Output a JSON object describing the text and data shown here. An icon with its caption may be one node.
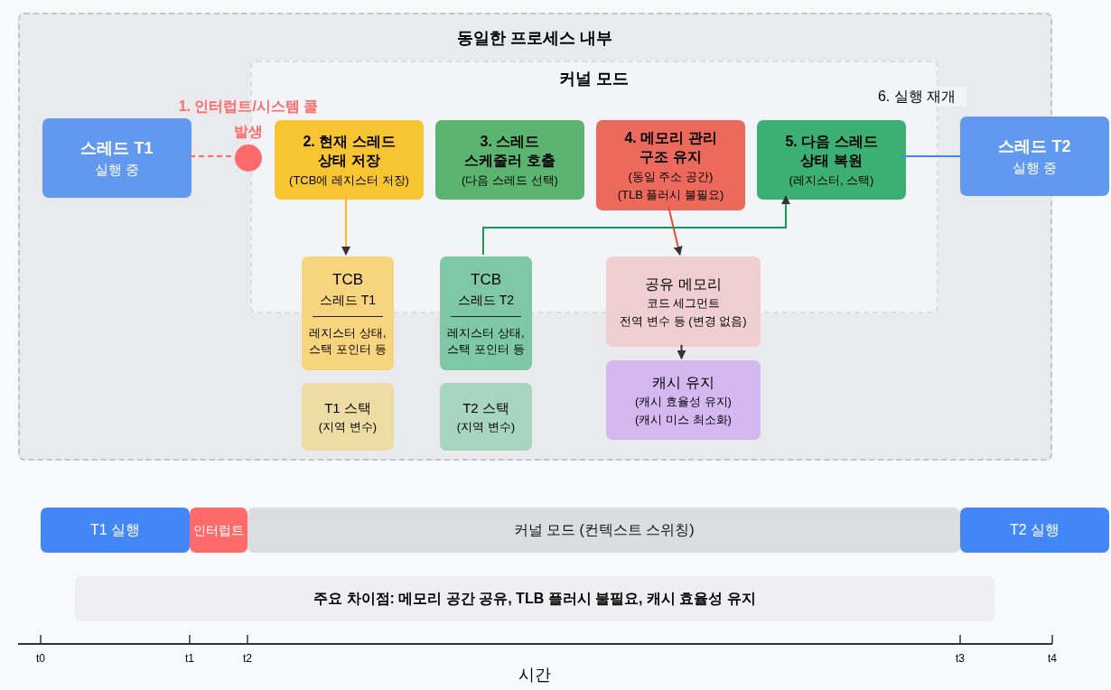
{
  "diagram": {
    "nodes": [
      {
        "text": [
          "동일한 프로세스 내부"
        ]
      },
      {
        "text": [
          "커널 모드"
        ],
        "in": 0
      },
      {
        "text": [
          "스레드 T1",
          "실행 중"
        ],
        "in": 0
      },
      {
        "text": [],
        "shape": "circle",
        "beside": [
          "1. 인터럽트/시스템 콜 발생"
        ],
        "in": 0
      },
      {
        "text": [
          "2. 현재 스레드 상태 저장",
          "(TCB에 레지스터 저장)"
        ],
        "in": 1
      },
      {
        "text": [
          "3. 스레드 스케줄러 호출",
          "(다음 스레드 선택)"
        ],
        "in": 1
      },
      {
        "text": [
          "4. 메모리 관리 구조 유지",
          "(동일 주소 공간)",
          "(TLB 플러시 불필요)"
        ],
        "in": 1
      },
      {
        "text": [
          "5. 다음 스레드 상태 복원",
          "(레지스터, 스택)"
        ],
        "in": 1
      },
      {
        "text": [
          "스레드 T2",
          "실행 중"
        ]
      },
      {
        "text": [
          "TCB",
          "스레드 T1",
          "레지스터 상태, 스택 포인터 등"
        ],
        "in": 0
      },
      {
        "text": [
          "TCB",
          "스레드 T2",
          "레지스터 상태, 스택 포인터 등"
        ],
        "in": 0
      },
      {
        "text": [
          "공유 메모리",
          "코드 세그먼트",
          "전역 변수 등 (변경 없음)"
        ],
        "in": 0
      },
      {
        "text": [
          "캐시 유지",
          "(캐시 효율성 유지)",
          "(캐시 미스 최소화)"
        ],
        "in": 0
      },
      {
        "text": [
          "T1 스택",
          "(지역 변수)"
        ],
        "in": 0
      },
      {
        "text": [
          "T2 스택",
          "(지역 변수)"
        ],
        "in": 0
      },
      {
        "text": [
          "T1 실행"
        ]
      },
      {
        "text": [
          "인터럽트"
        ]
      },
      {
        "text": [
          "커널 모드 (컨텍스트 스위칭)"
        ]
      },
      {
        "text": [
          "T2 실행"
        ]
      },
      {
        "text": [
          "주요 차이점: 메모리 공간 공유, TLB 플러시 불필요, 캐시 효율성 유지"
        ]
      }
    ],
    "edges": [
      {
        "from": 2,
        "to": 3,
        "arrow": "none",
        "style": "dashed",
        "color": "#ff6b6b"
      },
      {
        "from": 4,
        "to": 9,
        "arrow": "to",
        "color": "#f5b82e"
      },
      {
        "from": 6,
        "to": 11,
        "arrow": "to",
        "color": "#e84c3d"
      },
      {
        "from": 10,
        "to": 7,
        "arrow": "to",
        "color": "#0f9d58"
      },
      {
        "from": 7,
        "to": 8,
        "arrow": "none",
        "label": "6. 실행 재개",
        "color": "#4285f4"
      },
      {
        "from": 11,
        "to": 12,
        "arrow": "to",
        "color": "#333333"
      }
    ],
    "labels": [
      "t0",
      "t1",
      "t2",
      "t3",
      "t4",
      "시간"
    ]
  }
}
